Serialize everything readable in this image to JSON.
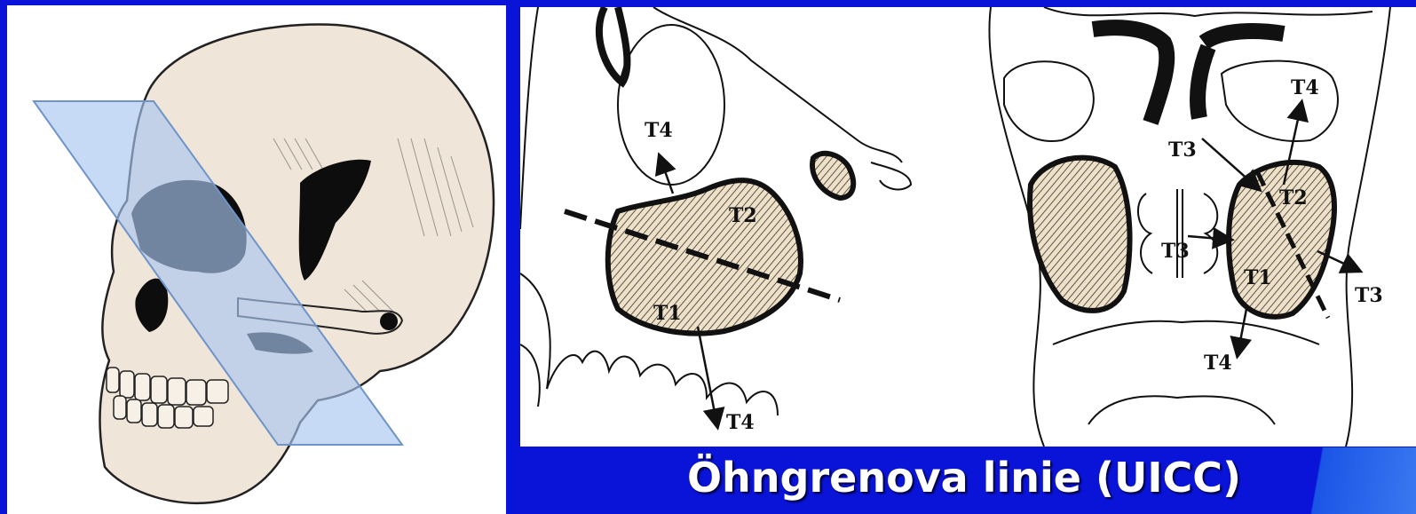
{
  "slide": {
    "title": "Öhngrenova linie (UICC)"
  },
  "sagittal_view": {
    "labels": {
      "t4_top": "T4",
      "t2": "T2",
      "t1": "T1",
      "t4_bottom": "T4"
    }
  },
  "coronal_view": {
    "labels": {
      "t4_top": "T4",
      "t3_upper": "T3",
      "t2": "T2",
      "t3_middle": "T3",
      "t1": "T1",
      "t3_right": "T3",
      "t4_bottom": "T4"
    }
  },
  "colors": {
    "background": "#0a14d8",
    "bone": "#efe5d8",
    "plane": "#a9c6ef",
    "title_text": "#ffffff"
  }
}
